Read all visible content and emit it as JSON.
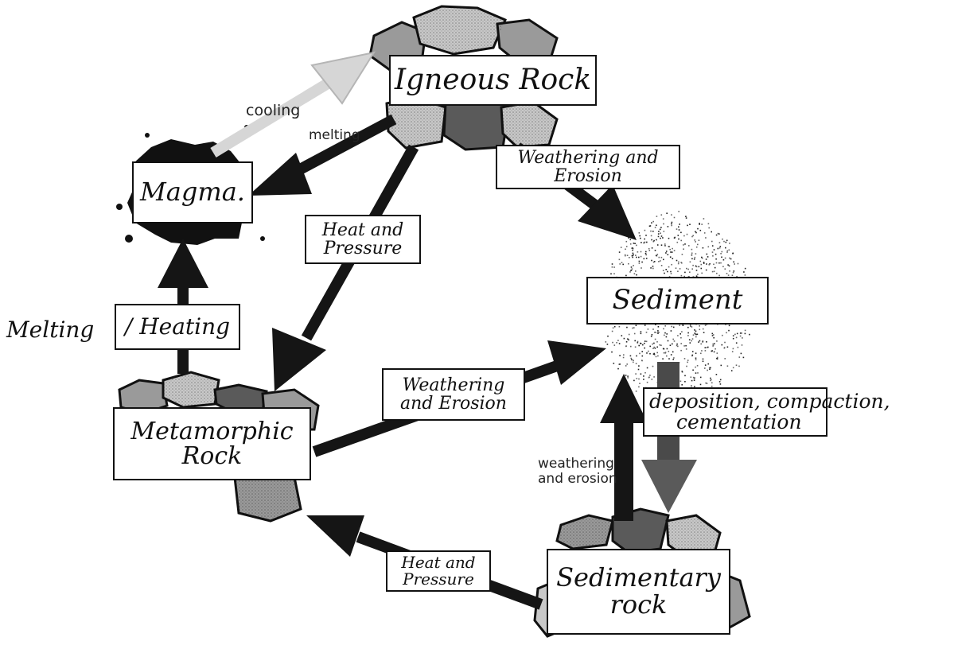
{
  "nodes": {
    "igneous": "Igneous Rock",
    "magma": "Magma.",
    "sediment": "Sediment",
    "metamorphic_line1": "Metamorphic",
    "metamorphic_line2": "Rock",
    "sedimentary_line1": "Sedimentary",
    "sedimentary_line2": "rock"
  },
  "processes": {
    "cooling": "cooling",
    "melting": "melting",
    "heat_pressure_1_line1": "Heat and",
    "heat_pressure_1_line2": "Pressure",
    "weathering_1_line1": "Weathering and",
    "weathering_1_line2": "Erosion",
    "melting_heating_left": "Melting",
    "melting_heating_right": "/ Heating",
    "weathering_2_line1": "Weathering",
    "weathering_2_line2": "and Erosion",
    "deposition_line1": "deposition, compaction,",
    "deposition_line2": "cementation",
    "weathering_3_line1": "weathering",
    "weathering_3_line2": "and erosion",
    "heat_pressure_2_line1": "Heat and",
    "heat_pressure_2_line2": "Pressure"
  },
  "colors": {
    "arrow": "#151515",
    "cooling_arrow": "#d6d6d6",
    "rock_dark": "#5a5a5a",
    "rock_mid": "#9a9a9a",
    "rock_light": "#c8c8c8",
    "outline": "#111111",
    "label_box": "#ffffff"
  }
}
